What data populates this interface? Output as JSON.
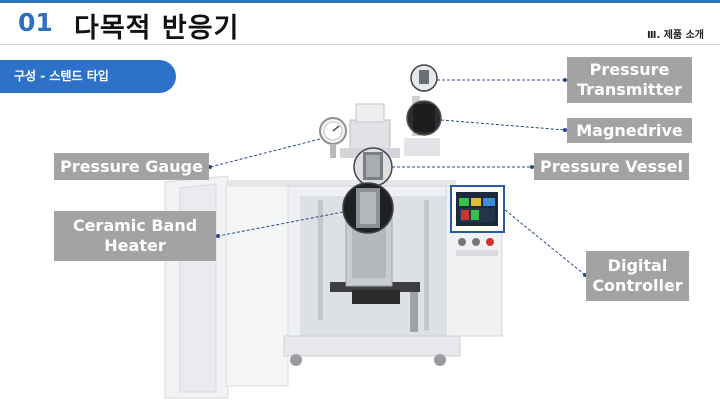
{
  "header": {
    "number": "01",
    "title": "다목적 반응기",
    "section": "Ⅲ. 제품 소개"
  },
  "tag": {
    "text": "구성 - 스텐드 타입"
  },
  "labels": {
    "pressure_transmitter": "Pressure Transmitter",
    "magnedrive": "Magnedrive",
    "pressure_vessel": "Pressure Vessel",
    "pressure_gauge": "Pressure Gauge",
    "ceramic_band_heater": "Ceramic Band Heater",
    "digital_controller": "Digital Controller"
  },
  "colors": {
    "accent": "#2f6fc0",
    "tag_bg": "#2d72c8",
    "label_bg": "#a3a3a3",
    "callout": "#2a4a8a"
  }
}
